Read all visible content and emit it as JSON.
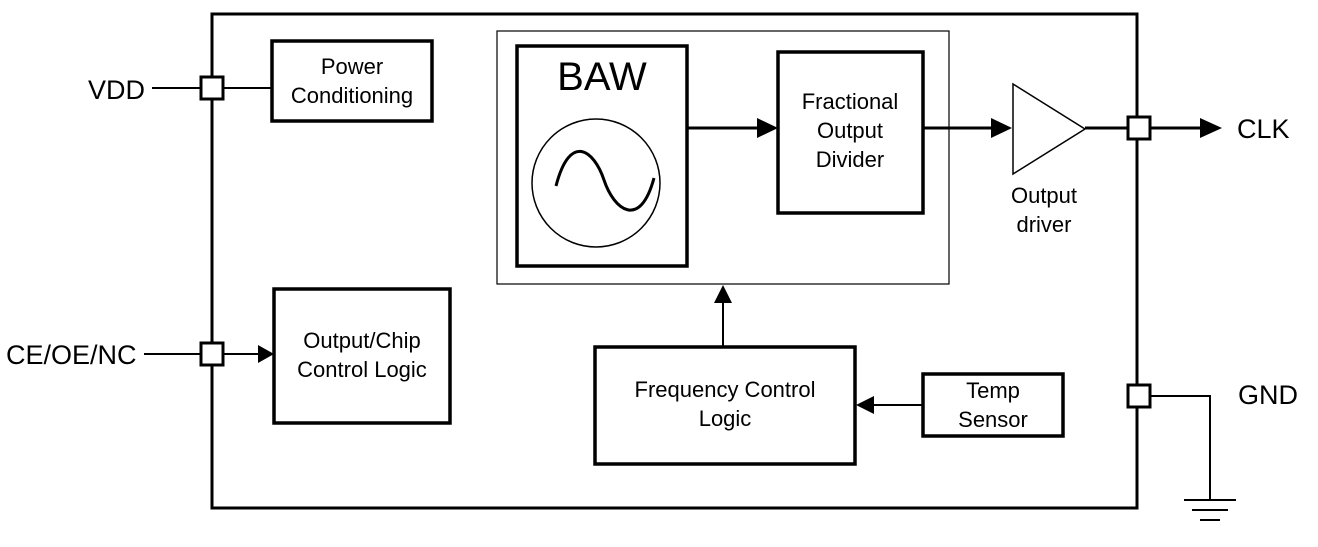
{
  "diagram": {
    "pins": {
      "vdd": "VDD",
      "ce": "CE/OE/NC",
      "clk": "CLK",
      "gnd": "GND"
    },
    "blocks": {
      "power_conditioning": [
        "Power",
        "Conditioning"
      ],
      "output_chip_control": [
        "Output/Chip",
        "Control Logic"
      ],
      "baw": "BAW",
      "fractional_divider": [
        "Fractional",
        "Output",
        "Divider"
      ],
      "output_driver": [
        "Output",
        "driver"
      ],
      "frequency_control": [
        "Frequency Control",
        "Logic"
      ],
      "temp_sensor": [
        "Temp",
        "Sensor"
      ]
    },
    "colors": {
      "line": "#000000",
      "background": "#ffffff"
    }
  }
}
